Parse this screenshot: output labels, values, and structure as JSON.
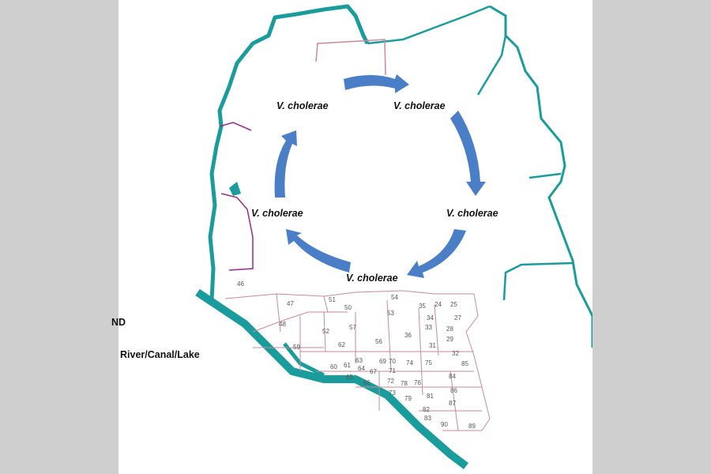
{
  "figure": {
    "background_color": "#cfcfcf",
    "panel_color": "#ffffff",
    "colors": {
      "river": "#1a9c9c",
      "ward_boundary": "#c98a9a",
      "district_boundary": "#9a2a8a",
      "arrow": "#4a7fc8",
      "label": "#111111"
    },
    "cycle": {
      "labels": [
        {
          "text": "V. cholerae",
          "position": "top-left"
        },
        {
          "text": "V. cholerae",
          "position": "top-right"
        },
        {
          "text": "V. cholerae",
          "position": "right"
        },
        {
          "text": "V. cholerae",
          "position": "bottom"
        },
        {
          "text": "V. cholerae",
          "position": "left"
        }
      ],
      "arrows": [
        "top-left→top-right",
        "top-right→right",
        "right→bottom",
        "bottom→left",
        "left→top-left"
      ]
    },
    "legend": {
      "items": [
        {
          "text": "ND"
        },
        {
          "text": "River/Canal/Lake"
        }
      ]
    },
    "ward_numbers": [
      "46",
      "47",
      "48",
      "51",
      "50",
      "54",
      "53",
      "52",
      "57",
      "56",
      "36",
      "35",
      "24",
      "25",
      "34",
      "27",
      "33",
      "28",
      "29",
      "31",
      "32",
      "59",
      "62",
      "60",
      "61",
      "63",
      "64",
      "65",
      "66",
      "67",
      "69",
      "70",
      "71",
      "72",
      "73",
      "74",
      "75",
      "76",
      "78",
      "79",
      "81",
      "82",
      "83",
      "84",
      "85",
      "86",
      "87",
      "89",
      "90"
    ]
  }
}
